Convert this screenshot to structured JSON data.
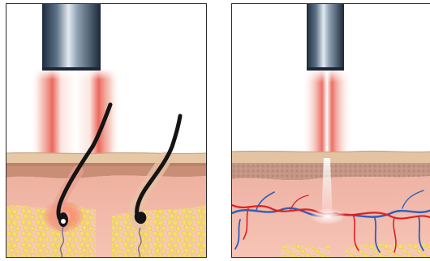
{
  "panels": [
    {
      "id": "hair-removal",
      "beam": "wide",
      "follicles": 2,
      "colors": {
        "skin_surface": "#e7c8a6",
        "epidermis_band": "#d89a7b",
        "dermis": "#f2b7a8",
        "fat": "#f4e25b",
        "hair": "#141414",
        "beam_red": "#e8574a",
        "metal_dark": "#25384d",
        "metal_light": "#cfd8e2"
      }
    },
    {
      "id": "vascular-treatment",
      "beam": "narrow",
      "vessels": true,
      "colors": {
        "skin_surface": "#e3c3a2",
        "epidermis_band": "#c49786",
        "dermis": "#f1b7aa",
        "artery": "#e02020",
        "vein": "#2d5fb8",
        "fat": "#f4e25b",
        "beam_red": "#e8574a",
        "metal_dark": "#25384d",
        "metal_light": "#cfd8e2"
      }
    }
  ]
}
